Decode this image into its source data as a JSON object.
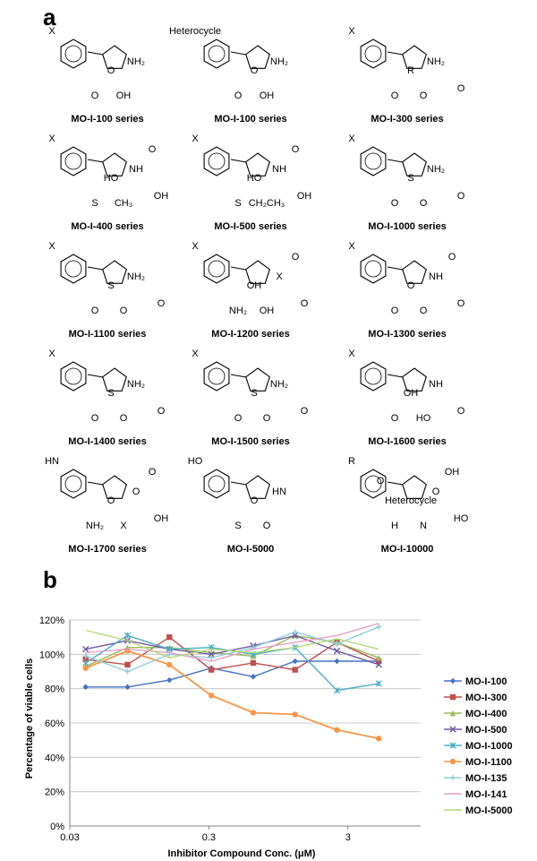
{
  "panels": {
    "a": "a",
    "b": "b"
  },
  "structures": [
    {
      "caption": "MO-I-100 series",
      "subs": [
        "X",
        "NH₂",
        "O",
        "OH",
        "O"
      ]
    },
    {
      "caption": "MO-I-100 series",
      "subs": [
        "Heterocycle",
        "NH₂",
        "O",
        "OH",
        "O"
      ]
    },
    {
      "caption": "MO-I-300 series",
      "subs": [
        "X",
        "NH₂",
        "O",
        "O",
        "R",
        "O"
      ]
    },
    {
      "caption": "MO-I-400 series",
      "subs": [
        "X",
        "NH",
        "S",
        "CH₃",
        "HO",
        "OH",
        "O"
      ]
    },
    {
      "caption": "MO-I-500 series",
      "subs": [
        "X",
        "NH",
        "S",
        "CH₂CH₃",
        "HO",
        "OH",
        "O"
      ]
    },
    {
      "caption": "MO-I-1000 series",
      "subs": [
        "X",
        "NH₂",
        "O",
        "O",
        "S",
        "O"
      ]
    },
    {
      "caption": "MO-I-1100 series",
      "subs": [
        "X",
        "NH₂",
        "O",
        "O",
        "S",
        "O"
      ]
    },
    {
      "caption": "MO-I-1200 series",
      "subs": [
        "X",
        "X",
        "NH₂",
        "OH",
        "OH",
        "O",
        "O"
      ]
    },
    {
      "caption": "MO-I-1300 series",
      "subs": [
        "X",
        "NH",
        "O",
        "O",
        "O",
        "O",
        "O"
      ]
    },
    {
      "caption": "MO-I-1400 series",
      "subs": [
        "X",
        "NH₂",
        "O",
        "O",
        "S",
        "O"
      ]
    },
    {
      "caption": "MO-I-1500 series",
      "subs": [
        "X",
        "NH₂",
        "O",
        "O",
        "S",
        "O"
      ]
    },
    {
      "caption": "MO-I-1600 series",
      "subs": [
        "X",
        "NH",
        "O",
        "HO",
        "OH",
        "O"
      ]
    },
    {
      "caption": "MO-I-1700 series",
      "subs": [
        "HN",
        "O",
        "NH₂",
        "X",
        "O",
        "OH",
        "O"
      ]
    },
    {
      "caption": "MO-I-5000",
      "subs": [
        "HO",
        "HN",
        "S",
        "O",
        "O"
      ]
    },
    {
      "caption": "MO-I-10000",
      "subs": [
        "R",
        "O",
        "H",
        "N",
        "Heterocycle",
        "HO",
        "OH",
        "O"
      ]
    }
  ],
  "chart_data": {
    "type": "line",
    "xlabel": "Inhibitor Compound Conc. (μM)",
    "ylabel": "Percentage of viable cells",
    "xscale": "log",
    "xlim": [
      0.03,
      10
    ],
    "ylim": [
      0,
      120
    ],
    "xticks": [
      {
        "value": 0.03,
        "label": "0.03"
      },
      {
        "value": 0.3,
        "label": "0.3"
      },
      {
        "value": 3,
        "label": "3"
      }
    ],
    "yticks": [
      0,
      20,
      40,
      60,
      80,
      100,
      120
    ],
    "ytick_suffix": "%",
    "legend_position": "right",
    "x": [
      0.039,
      0.078,
      0.156,
      0.3125,
      0.625,
      1.25,
      2.5,
      5
    ],
    "series": [
      {
        "name": "MO-I-100",
        "color": "#4472C4",
        "marker": "diamond",
        "values": [
          81,
          81,
          85,
          92,
          87,
          96,
          96,
          96
        ]
      },
      {
        "name": "MO-I-300",
        "color": "#C0504D",
        "marker": "square",
        "values": [
          97,
          94,
          110,
          91,
          95,
          91,
          107,
          96
        ]
      },
      {
        "name": "MO-I-400",
        "color": "#9BBB59",
        "marker": "triangle",
        "values": [
          93,
          104,
          104,
          101,
          99,
          111,
          107,
          98
        ]
      },
      {
        "name": "MO-I-500",
        "color": "#7059A0",
        "marker": "x",
        "values": [
          103,
          108,
          103,
          100,
          105,
          111,
          102,
          94
        ]
      },
      {
        "name": "MO-I-1000",
        "color": "#4BACC6",
        "marker": "star",
        "values": [
          95,
          111,
          103,
          104,
          100,
          104,
          79,
          83
        ]
      },
      {
        "name": "MO-I-1100",
        "color": "#F79646",
        "marker": "circle",
        "values": [
          92,
          102,
          94,
          76,
          66,
          65,
          56,
          51
        ]
      },
      {
        "name": "MO-I-135",
        "color": "#92CDDC",
        "marker": "plus",
        "values": [
          99,
          90,
          100,
          98,
          104,
          113,
          106,
          116
        ]
      },
      {
        "name": "MO-I-141",
        "color": "#E6A1C6",
        "marker": "none",
        "values": [
          101,
          103,
          101,
          96,
          103,
          107,
          111,
          118
        ]
      },
      {
        "name": "MO-I-5000",
        "color": "#B3D979",
        "marker": "none",
        "values": [
          114,
          108,
          98,
          103,
          101,
          104,
          109,
          103
        ]
      }
    ]
  }
}
